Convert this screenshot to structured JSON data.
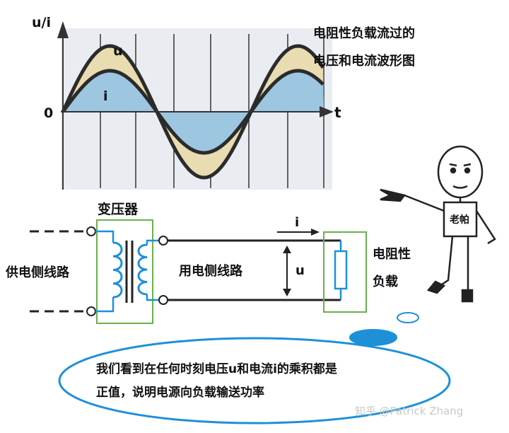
{
  "waveform": {
    "title_line1": "电阻性负载流过的",
    "title_line2": "电压和电流波形图",
    "y_axis_label": "u/i",
    "x_axis_label": "t",
    "origin_label": "0",
    "voltage_label": "u",
    "current_label": "i"
  },
  "circuit": {
    "transformer_label": "变压器",
    "supply_side_label": "供电侧线路",
    "user_side_label": "用电侧线路",
    "current_label": "i",
    "voltage_label": "u",
    "load_label_line1": "电阻性",
    "load_label_line2": "负载"
  },
  "character": {
    "name": "老帕"
  },
  "bubble": {
    "line1": "我们看到在任何时刻电压u和电流i的乘积都是",
    "line2": "正值，说明电源向负载输送功率"
  },
  "watermark": "知乎 @Patrick Zhang",
  "colors": {
    "plot_background": "#e9edf2",
    "voltage_fill": "#e8dcb0",
    "current_fill": "#9dc6e0",
    "curve_stroke": "#2b2b2b",
    "grid_line": "#333333",
    "box_stroke": "#6ab04c",
    "coil_color": "#1e90d8",
    "bubble_stroke": "#1e90d8",
    "bubble_fill": "#1e90d8"
  }
}
